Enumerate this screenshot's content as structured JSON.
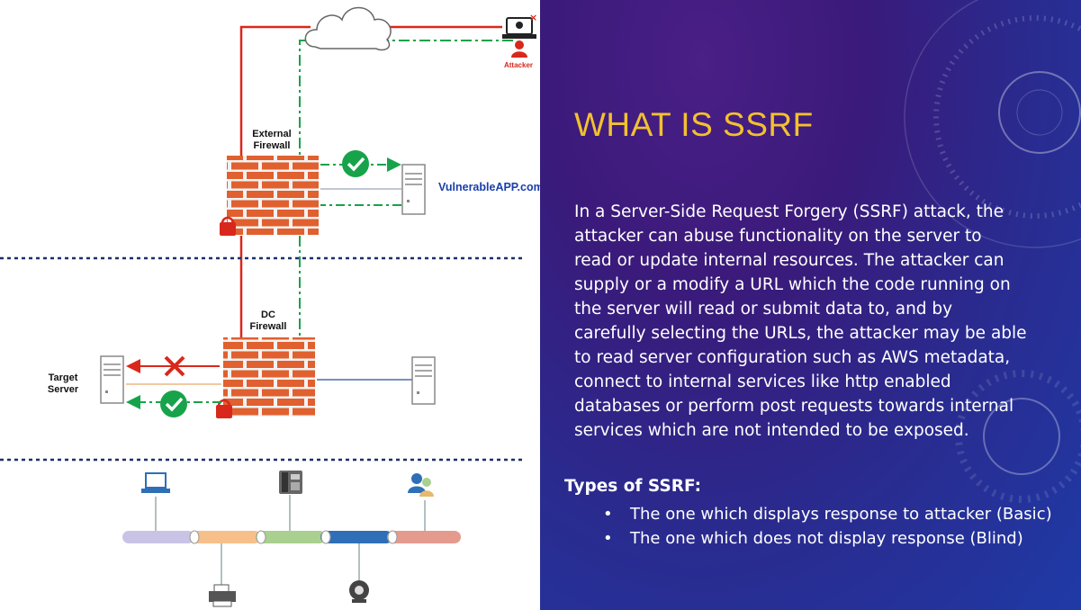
{
  "diagram": {
    "labels": {
      "attacker": "Attacker",
      "external_firewall": [
        "External",
        "Firewall"
      ],
      "vulnerable_app": "VulnerableAPP.com",
      "dc_firewall": [
        "DC",
        "Firewall"
      ],
      "target_server": [
        "Target",
        "Server"
      ]
    }
  },
  "slide": {
    "title": "WHAT IS SSRF",
    "paragraph_lines": [
      "In a Server-Side Request Forgery (SSRF) attack, the",
      "attacker can abuse functionality on the server to",
      "read or update internal resources. The attacker can",
      "supply or a modify a URL which the code running on",
      "the server will read or submit data to, and by",
      "carefully selecting the URLs, the attacker may be able",
      "to read server configuration such as AWS metadata,",
      "connect to internal services like http enabled",
      "databases or perform post requests towards internal",
      "services which are not intended to be exposed."
    ],
    "types_heading": "Types of SSRF:",
    "types": [
      "The one which displays response to attacker (Basic)",
      "The one which does not display response (Blind)"
    ],
    "bullet": "•"
  },
  "colors": {
    "title": "#f3c12e",
    "brick": "#e0602f",
    "attack_line": "#d9281b",
    "dashed_green": "#17a34a",
    "separator": "#1b2f6b"
  }
}
